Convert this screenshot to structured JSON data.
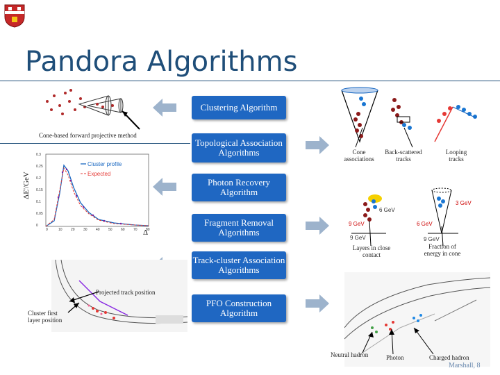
{
  "slide": {
    "title": "Pandora Algorithms",
    "footer": "Marshall, 8"
  },
  "algorithms": [
    {
      "label": "Clustering Algorithm"
    },
    {
      "label": "Topological Association Algorithms"
    },
    {
      "label": "Photon Recovery Algorithm"
    },
    {
      "label": "Fragment Removal Algorithms"
    },
    {
      "label": "Track-cluster Association Algorithms"
    },
    {
      "label": "PFO Construction Algorithm"
    }
  ],
  "captions": {
    "cone_method": "Cone-based forward projective method",
    "cone_assoc": "Cone associations",
    "back_scattered": "Back-scattered tracks",
    "looping": "Looping tracks",
    "layers_close": "Layers in close contact",
    "fraction_energy": "Fraction of energy in cone",
    "projected_track": "Projected track position",
    "cluster_first_layer": "Cluster first layer position",
    "neutral_hadron": "Neutral hadron",
    "photon": "Photon",
    "charged_hadron": "Charged hadron"
  },
  "energies": {
    "e6a": "6 GeV",
    "e9a": "9 GeV",
    "e9b": "9 GeV",
    "e3": "3 GeV",
    "e6b": "6 GeV",
    "e9c": "9 GeV"
  },
  "plot": {
    "ylabel": "ΔE'/GeV",
    "xlabel": "Δ",
    "legend_profile": "Cluster profile",
    "legend_expected": "Expected",
    "yticks": [
      "0.3",
      "0.25",
      "0.2",
      "0.15",
      "0.1",
      "0.05",
      "0"
    ],
    "xticks": [
      "0",
      "10",
      "20",
      "30",
      "40",
      "50",
      "60",
      "70",
      "80"
    ]
  },
  "colors": {
    "accent": "#1f67c2",
    "title": "#1f4e79"
  }
}
